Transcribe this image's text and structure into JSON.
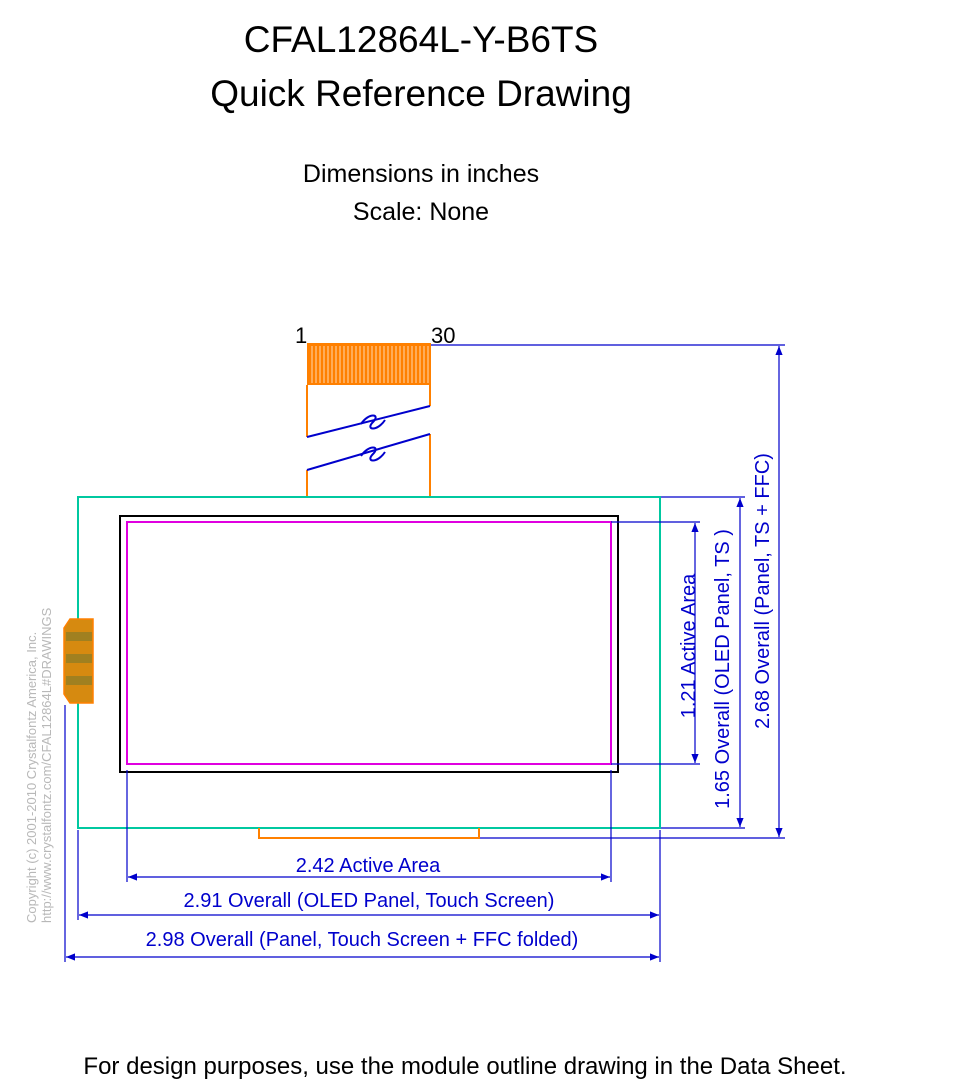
{
  "title_line1": "CFAL12864L-Y-B6TS",
  "title_line2": "Quick Reference Drawing",
  "dimensions_note": "Dimensions in inches",
  "scale_note": "Scale: None",
  "ffc_pin_first": "1",
  "ffc_pin_last": "30",
  "dim_active_width": "2.42 Active Area",
  "dim_overall_width_oled_ts": "2.91 Overall (OLED Panel, Touch Screen)",
  "dim_overall_width_ffc": "2.98 Overall (Panel, Touch Screen + FFC folded)",
  "dim_active_height": "1.21 Active Area",
  "dim_overall_height_oled_ts": "1.65 Overall (OLED Panel, TS )",
  "dim_overall_height_ffc": "2.68 Overall (Panel, TS + FFC)",
  "copyright_line1": "Copyright (c) 2001-2010 Crystalfontz America, Inc.",
  "copyright_line2": "http://www.crystalfontz.com/CFAL12864L#DRAWINGS",
  "footer_note": "For design purposes, use the module outline drawing in the Data Sheet.",
  "colors": {
    "dimension": "#0000cc",
    "touch_screen_outline": "#00c8a0",
    "active_area": "#e000e0",
    "ffc": "#ff8000",
    "panel_outline": "#000000"
  }
}
